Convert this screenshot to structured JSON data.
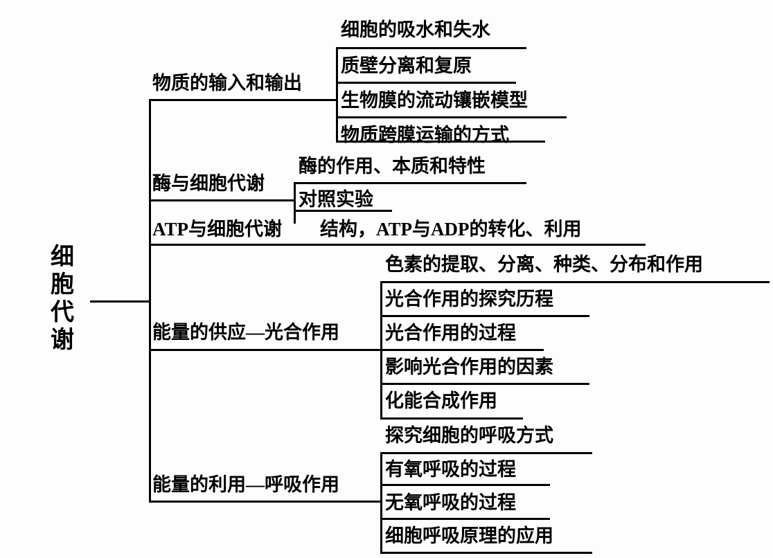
{
  "diagram": {
    "type": "mind-map",
    "title": "细胞代谢",
    "line_color": "#000000",
    "text_color": "#000000",
    "background": "#ffffff",
    "root": {
      "label": "细胞代谢",
      "orientation": "vertical"
    },
    "branches": [
      {
        "id": "b1",
        "label": "物质的输入和输出",
        "children": [
          {
            "label": "细胞的吸水和失水"
          },
          {
            "label": "质壁分离和复原"
          },
          {
            "label": "生物膜的流动镶嵌模型"
          },
          {
            "label": "物质跨膜运输的方式"
          }
        ]
      },
      {
        "id": "b2",
        "label": "酶与细胞代谢",
        "children": [
          {
            "label": "酶的作用、本质和特性"
          },
          {
            "label": "对照实验"
          }
        ]
      },
      {
        "id": "b3",
        "label": "ATP与细胞代谢",
        "inline_detail": "结构，ATP与ADP的转化、利用",
        "children": []
      },
      {
        "id": "b4",
        "label": "能量的供应—光合作用",
        "children": [
          {
            "label": "色素的提取、分离、种类、分布和作用"
          },
          {
            "label": "光合作用的探究历程"
          },
          {
            "label": "光合作用的过程"
          },
          {
            "label": "影响光合作用的因素"
          },
          {
            "label": "化能合成作用"
          }
        ]
      },
      {
        "id": "b5",
        "label": "能量的利用—呼吸作用",
        "children": [
          {
            "label": "探究细胞的呼吸方式"
          },
          {
            "label": "有氧呼吸的过程"
          },
          {
            "label": "无氧呼吸的过程"
          },
          {
            "label": "细胞呼吸原理的应用"
          }
        ]
      }
    ]
  }
}
